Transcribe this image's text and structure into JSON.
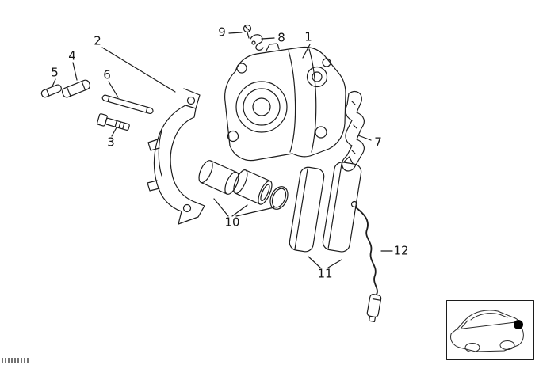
{
  "colors": {
    "background": "#ffffff",
    "line": "#1c1c1c",
    "marker": "#000000"
  },
  "diagram": {
    "callouts": [
      {
        "num": "1"
      },
      {
        "num": "2"
      },
      {
        "num": "3"
      },
      {
        "num": "4"
      },
      {
        "num": "5"
      },
      {
        "num": "6"
      },
      {
        "num": "7"
      },
      {
        "num": "8"
      },
      {
        "num": "9"
      },
      {
        "num": "10"
      },
      {
        "num": "11"
      },
      {
        "num": "12"
      }
    ]
  }
}
